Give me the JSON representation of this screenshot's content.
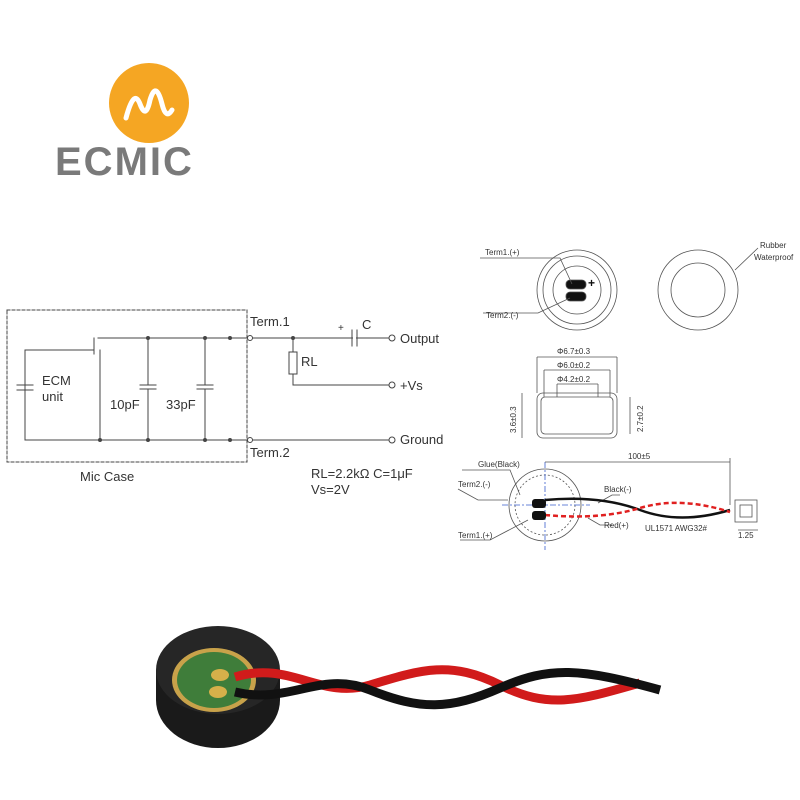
{
  "brand": {
    "name": "ECMIC",
    "colors": {
      "accent": "#f5a623",
      "grey": "#7a7a7a"
    }
  },
  "schematic": {
    "ecm_label_1": "ECM",
    "ecm_label_2": "unit",
    "cap1": "10pF",
    "cap2": "33pF",
    "case_label": "Mic Case",
    "term1": "Term.1",
    "term2": "Term.2",
    "output": "Output",
    "vs": "+Vs",
    "ground": "Ground",
    "rl": "RL",
    "c": "C",
    "plus": "+",
    "params_line1": "RL=2.2kΩ  C=1μF",
    "params_line2": "Vs=2V"
  },
  "dimensions": {
    "term1_plus": "Term1.(+)",
    "term2_minus": "Term2.(-)",
    "rubber": "Rubber",
    "waterproof": "Waterproof",
    "d67": "Φ6.7±0.3",
    "d60": "Φ6.0±0.2",
    "d42": "Φ4.2±0.2",
    "h36": "3.6±0.3",
    "h27": "2.7±0.2",
    "glue": "Glue(Black)",
    "term2b": "Term2.(-)",
    "term1b": "Term1.(+)",
    "len": "100±5",
    "black": "Black(-)",
    "red": "Red(+)",
    "wire": "UL1571 AWG32#",
    "pitch": "1.25"
  },
  "colors": {
    "red_wire": "#e02020",
    "black_wire": "#111111",
    "line": "#444444",
    "dim_blue": "#3a5fcd"
  }
}
